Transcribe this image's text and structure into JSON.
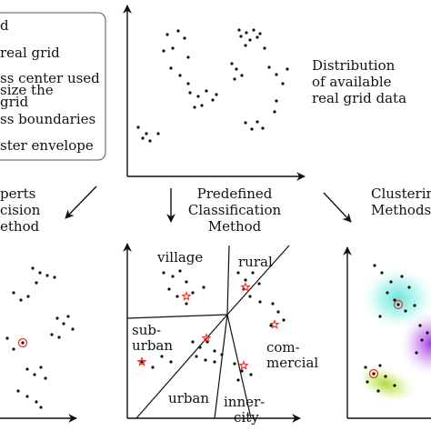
{
  "legend": {
    "items": [
      {
        "id": "l0",
        "text": "d"
      },
      {
        "id": "l1",
        "text": "real grid"
      },
      {
        "id": "l2",
        "text": "ss center used"
      },
      {
        "id": "l3",
        "text": "size the"
      },
      {
        "id": "l4",
        "text": "grid"
      },
      {
        "id": "l5",
        "text": "ss boundaries"
      },
      {
        "id": "l6",
        "text": "ster envelope"
      }
    ]
  },
  "top_panel": {
    "caption_lines": [
      "Distribution",
      "of available",
      "real grid data"
    ]
  },
  "methods": {
    "left": [
      "perts",
      "cision",
      "ethod"
    ],
    "center": [
      "Predefined",
      "Classification",
      "Method"
    ],
    "right": [
      "Clusterin",
      "Methods"
    ]
  },
  "regions": {
    "village": "village",
    "rural": "rural",
    "suburban": [
      "sub-",
      "urban"
    ],
    "commercial": [
      "com-",
      "mercial"
    ],
    "urban": "urban",
    "innercity": [
      "inner-",
      "city"
    ]
  },
  "colors": {
    "ink": "#111111",
    "star": "#e8312a",
    "cluster_cyan": "#5ce0d8",
    "cluster_purple": "#b14bea",
    "cluster_green": "#a8d832"
  }
}
